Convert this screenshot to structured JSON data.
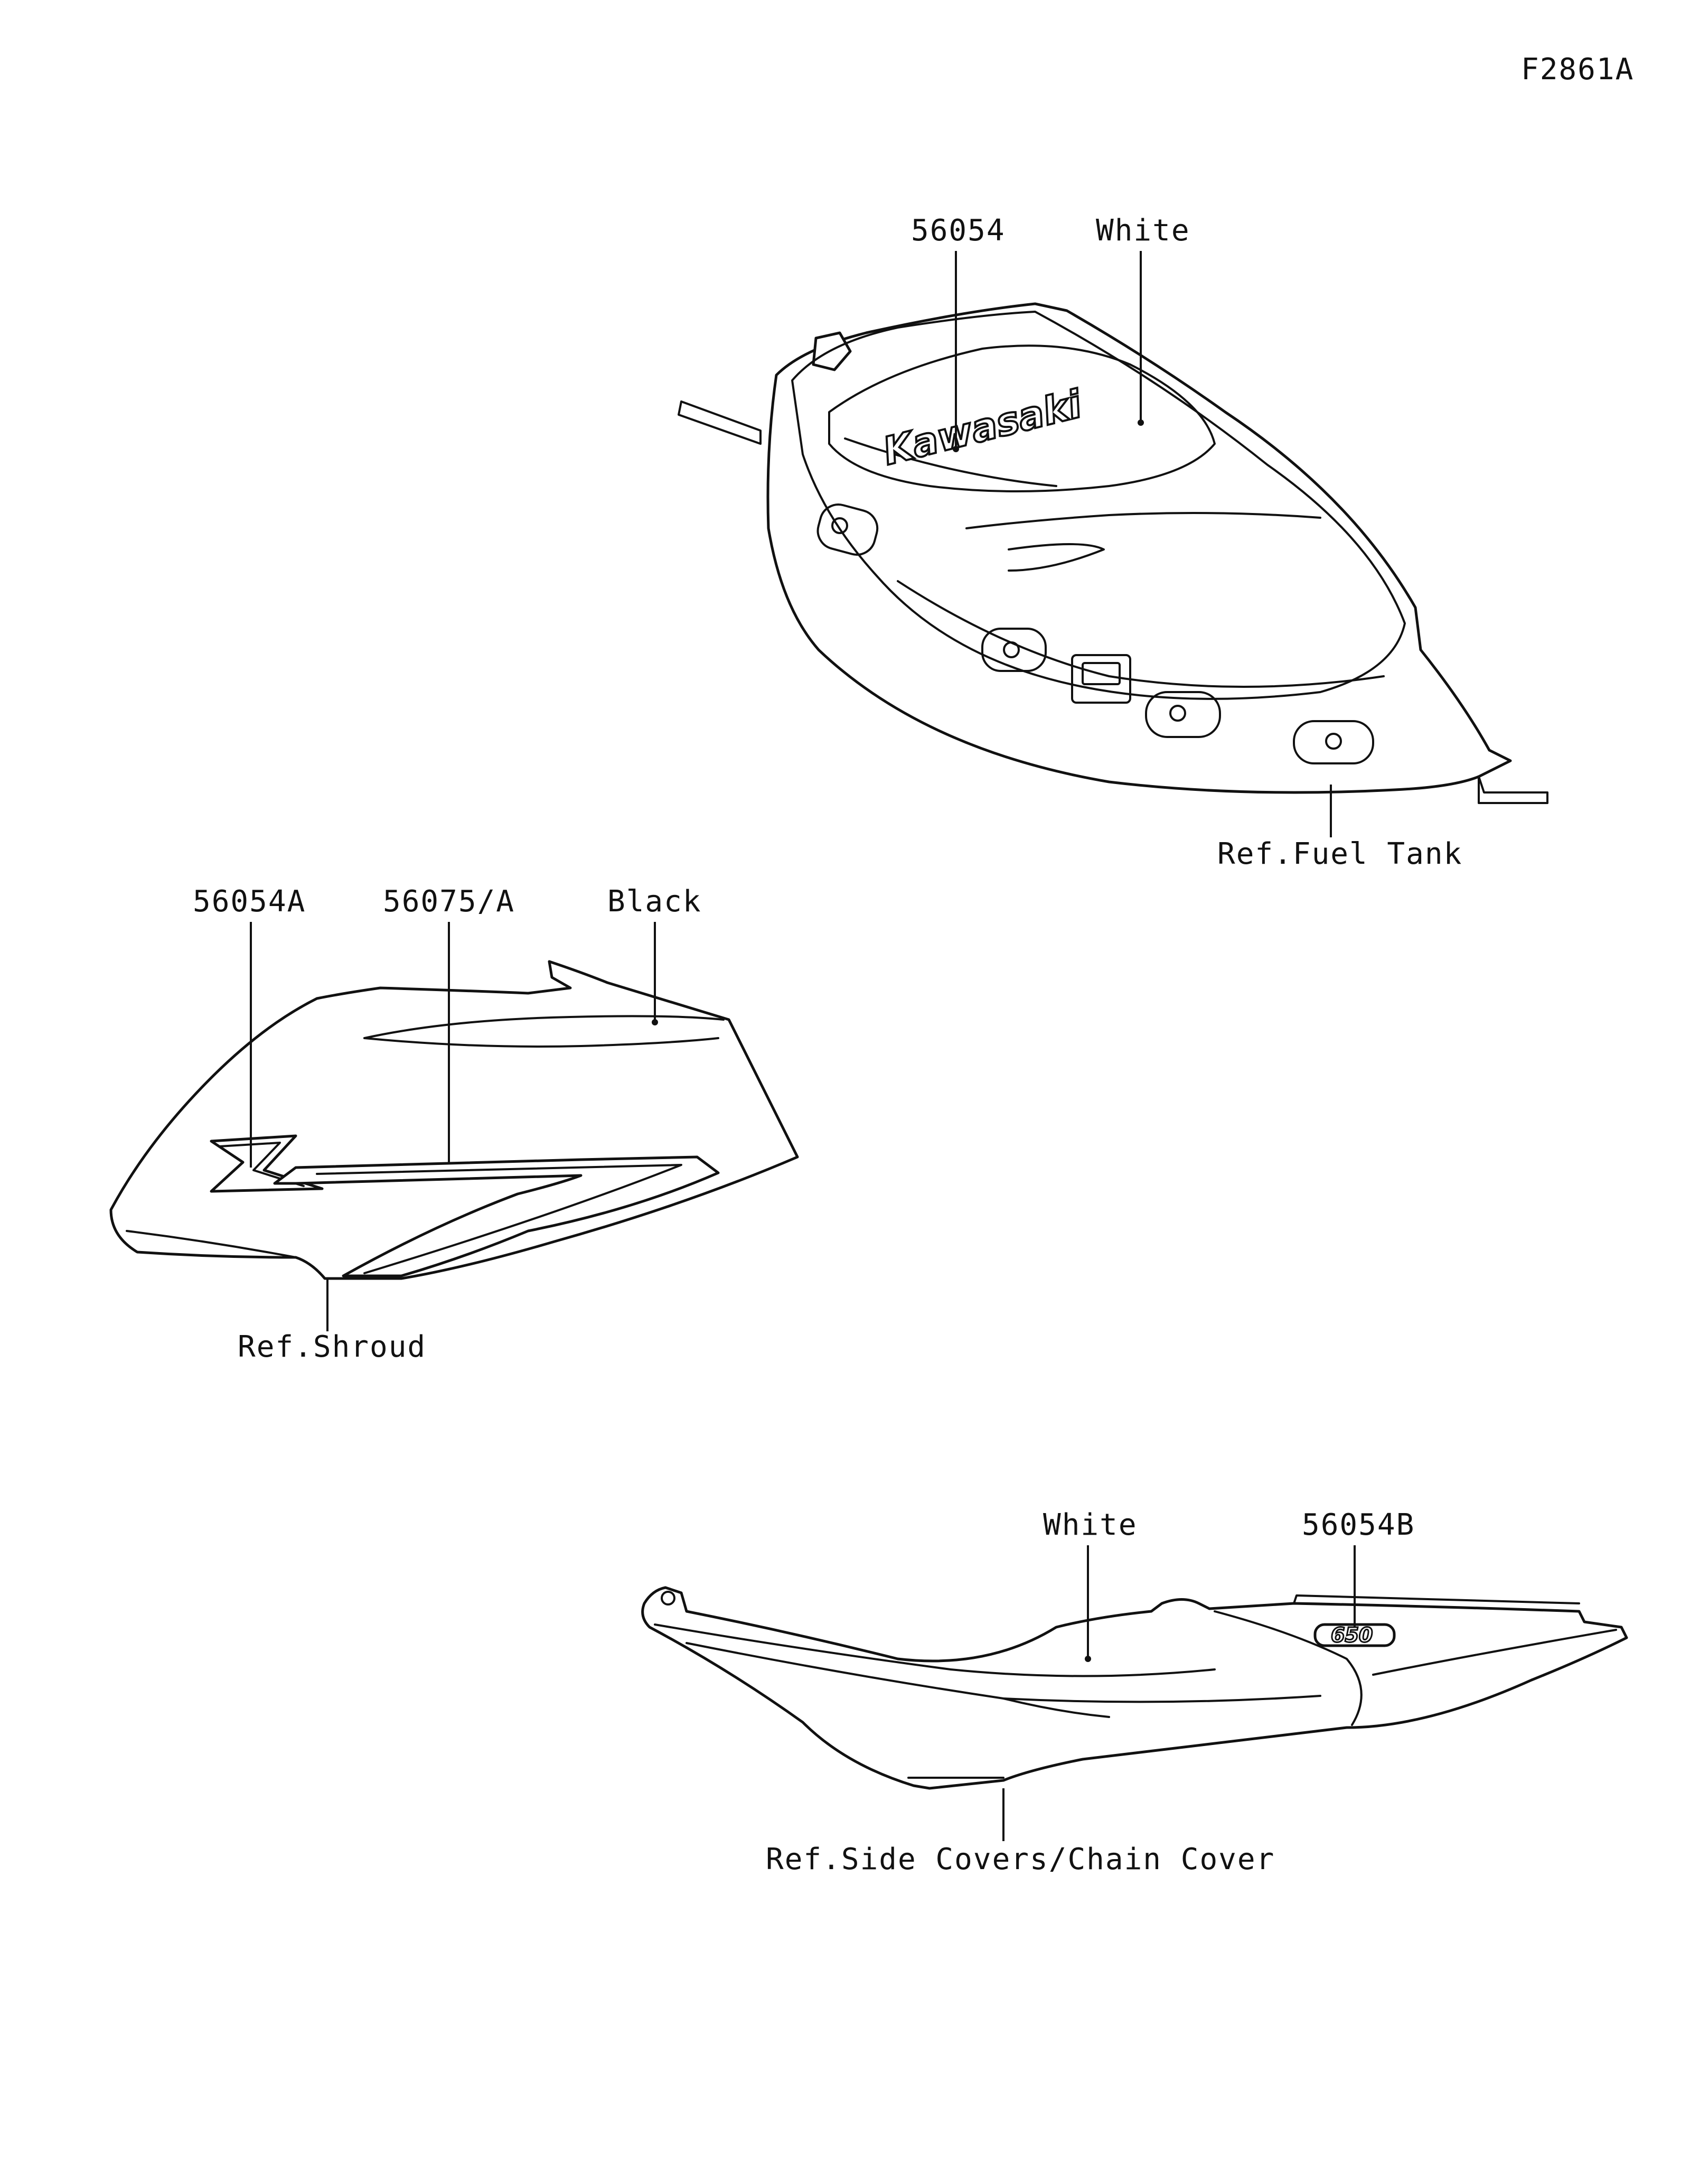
{
  "figure_id": "F2861A",
  "groups": {
    "fuel_tank": {
      "part_no": "56054",
      "color": "White",
      "ref": "Ref.Fuel Tank",
      "logo_text": "Kawasaki"
    },
    "shroud": {
      "part_no_a": "56054A",
      "part_no_b": "56075/A",
      "color": "Black",
      "ref": "Ref.Shroud"
    },
    "side_cover": {
      "color": "White",
      "part_no": "56054B",
      "ref": "Ref.Side Covers/Chain Cover",
      "badge_text": "650"
    }
  },
  "palette": {
    "line": "#111111",
    "background": "#ffffff"
  }
}
